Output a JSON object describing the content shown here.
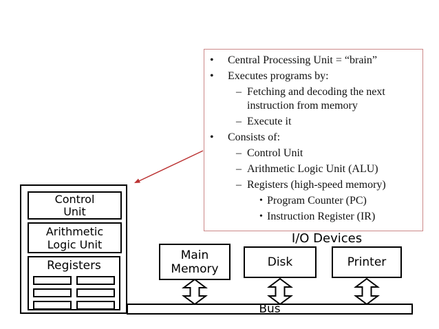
{
  "colors": {
    "note_box_border": "#cc8888",
    "annotation_arrow": "#bb3333",
    "diagram_line": "#000000"
  },
  "notes": {
    "items": [
      {
        "level": 1,
        "marker": "•",
        "text": "Central Processing Unit = “brain”"
      },
      {
        "level": 1,
        "marker": "•",
        "text": "Executes programs by:"
      },
      {
        "level": 2,
        "marker": "–",
        "text": "Fetching and decoding the next instruction from memory"
      },
      {
        "level": 2,
        "marker": "–",
        "text": "Execute it"
      },
      {
        "level": 1,
        "marker": "•",
        "text": "Consists of:"
      },
      {
        "level": 2,
        "marker": "–",
        "text": "Control Unit"
      },
      {
        "level": 2,
        "marker": "–",
        "text": "Arithmetic Logic Unit (ALU)"
      },
      {
        "level": 2,
        "marker": "–",
        "text": "Registers (high-speed memory)"
      },
      {
        "level": 3,
        "marker": "•",
        "text": "Program Counter (PC)"
      },
      {
        "level": 3,
        "marker": "•",
        "text": "Instruction Register (IR)"
      }
    ]
  },
  "cpu": {
    "control_unit_lines": [
      "Control",
      "Unit"
    ],
    "alu_lines": [
      "Arithmetic",
      "Logic Unit"
    ],
    "registers_label": "Registers"
  },
  "devices": {
    "io_label": "I/O Devices",
    "main_memory_lines": [
      "Main",
      "Memory"
    ],
    "disk_label": "Disk",
    "printer_label": "Printer"
  },
  "bus": {
    "label": "Bus"
  }
}
